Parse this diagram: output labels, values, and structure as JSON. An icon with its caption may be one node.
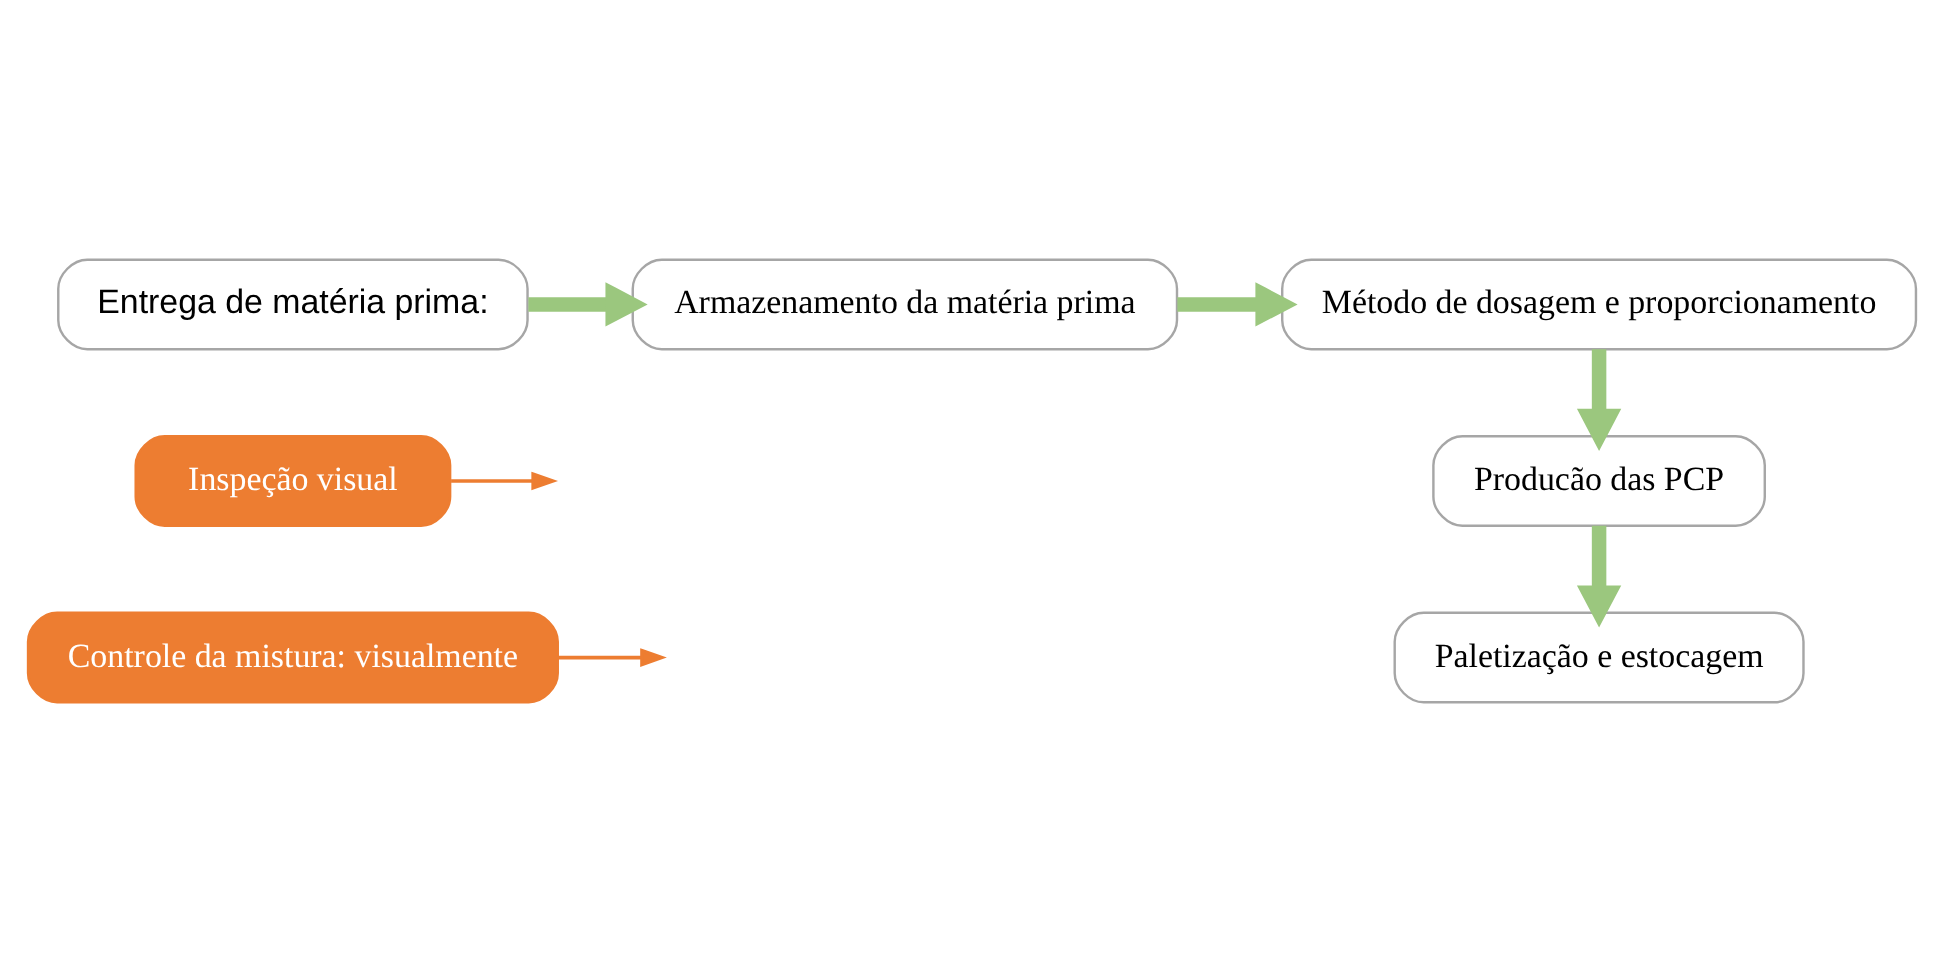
{
  "diagram": {
    "nodes": [
      {
        "text": [
          "Entrega de matéria prima:"
        ]
      },
      {
        "text": [
          "Armazenamento da matéria prima"
        ]
      },
      {
        "text": [
          "Método de dosagem e proporcionamento"
        ]
      },
      {
        "text": [
          "Inspeção visual"
        ]
      },
      {
        "text": [
          "Producão das PCP"
        ]
      },
      {
        "text": [
          "Controle da mistura: visualmente"
        ]
      },
      {
        "text": [
          "Paletização e estocagem"
        ]
      }
    ],
    "edges": [
      {
        "from": 0,
        "to": 1,
        "arrow": "to"
      },
      {
        "from": 1,
        "to": 2,
        "arrow": "to"
      },
      {
        "from": 3,
        "to": null,
        "arrow": "to",
        "color": "#ed7d31"
      },
      {
        "from": 2,
        "to": 4,
        "arrow": "to"
      },
      {
        "from": 5,
        "to": null,
        "arrow": "to",
        "color": "#ed7d31"
      },
      {
        "from": 4,
        "to": 6,
        "arrow": "to"
      }
    ]
  }
}
